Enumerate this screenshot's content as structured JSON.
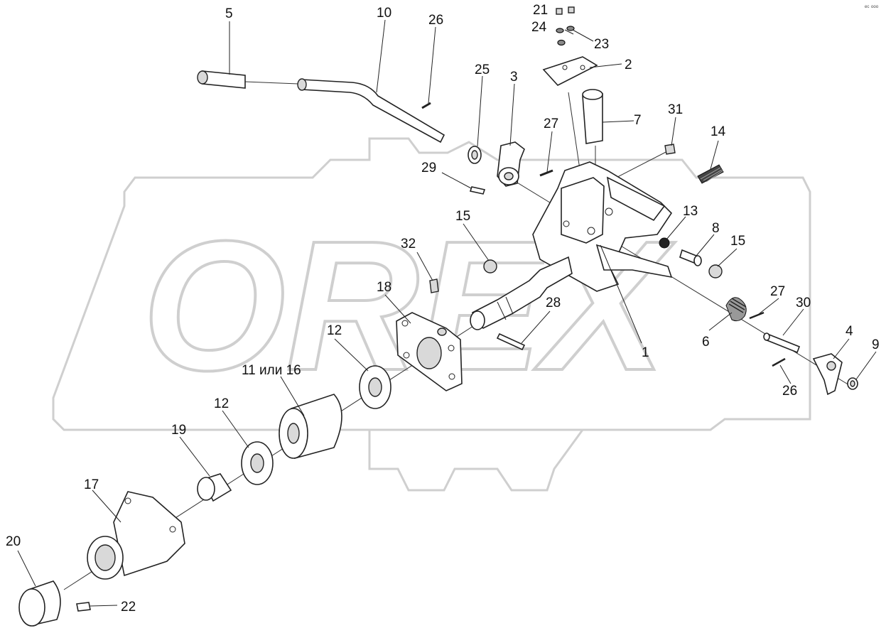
{
  "corner_mark": "ᵉᶜ ᵒᵒᵒ",
  "watermark": "OREX",
  "callouts": [
    {
      "id": "5",
      "label": "5"
    },
    {
      "id": "10",
      "label": "10"
    },
    {
      "id": "26a",
      "label": "26"
    },
    {
      "id": "21",
      "label": "21"
    },
    {
      "id": "24",
      "label": "24"
    },
    {
      "id": "23",
      "label": "23"
    },
    {
      "id": "2",
      "label": "2"
    },
    {
      "id": "25",
      "label": "25"
    },
    {
      "id": "3",
      "label": "3"
    },
    {
      "id": "7",
      "label": "7"
    },
    {
      "id": "31",
      "label": "31"
    },
    {
      "id": "27a",
      "label": "27"
    },
    {
      "id": "14",
      "label": "14"
    },
    {
      "id": "29",
      "label": "29"
    },
    {
      "id": "15a",
      "label": "15"
    },
    {
      "id": "13",
      "label": "13"
    },
    {
      "id": "8",
      "label": "8"
    },
    {
      "id": "15b",
      "label": "15"
    },
    {
      "id": "32",
      "label": "32"
    },
    {
      "id": "18",
      "label": "18"
    },
    {
      "id": "28",
      "label": "28"
    },
    {
      "id": "27b",
      "label": "27"
    },
    {
      "id": "30",
      "label": "30"
    },
    {
      "id": "12a",
      "label": "12"
    },
    {
      "id": "6",
      "label": "6"
    },
    {
      "id": "1",
      "label": "1"
    },
    {
      "id": "4",
      "label": "4"
    },
    {
      "id": "9",
      "label": "9"
    },
    {
      "id": "11_16",
      "label": "11 или 16"
    },
    {
      "id": "26b",
      "label": "26"
    },
    {
      "id": "12b",
      "label": "12"
    },
    {
      "id": "19",
      "label": "19"
    },
    {
      "id": "17",
      "label": "17"
    },
    {
      "id": "20",
      "label": "20"
    },
    {
      "id": "22",
      "label": "22"
    }
  ]
}
